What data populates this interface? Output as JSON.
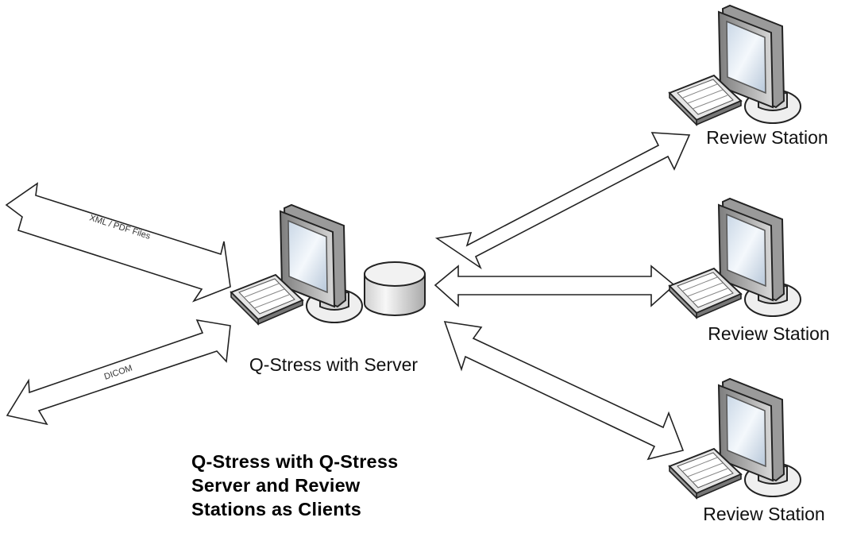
{
  "server": {
    "label": "Q-Stress with Server"
  },
  "stations": [
    {
      "label": "Review Station"
    },
    {
      "label": "Review Station"
    },
    {
      "label": "Review Station"
    }
  ],
  "arrows": {
    "xml": "XML / PDF Files",
    "dicom": "DICOM"
  },
  "caption": {
    "line1": "Q-Stress with Q-Stress",
    "line2": "Server and Review",
    "line3": "Stations as Clients"
  }
}
